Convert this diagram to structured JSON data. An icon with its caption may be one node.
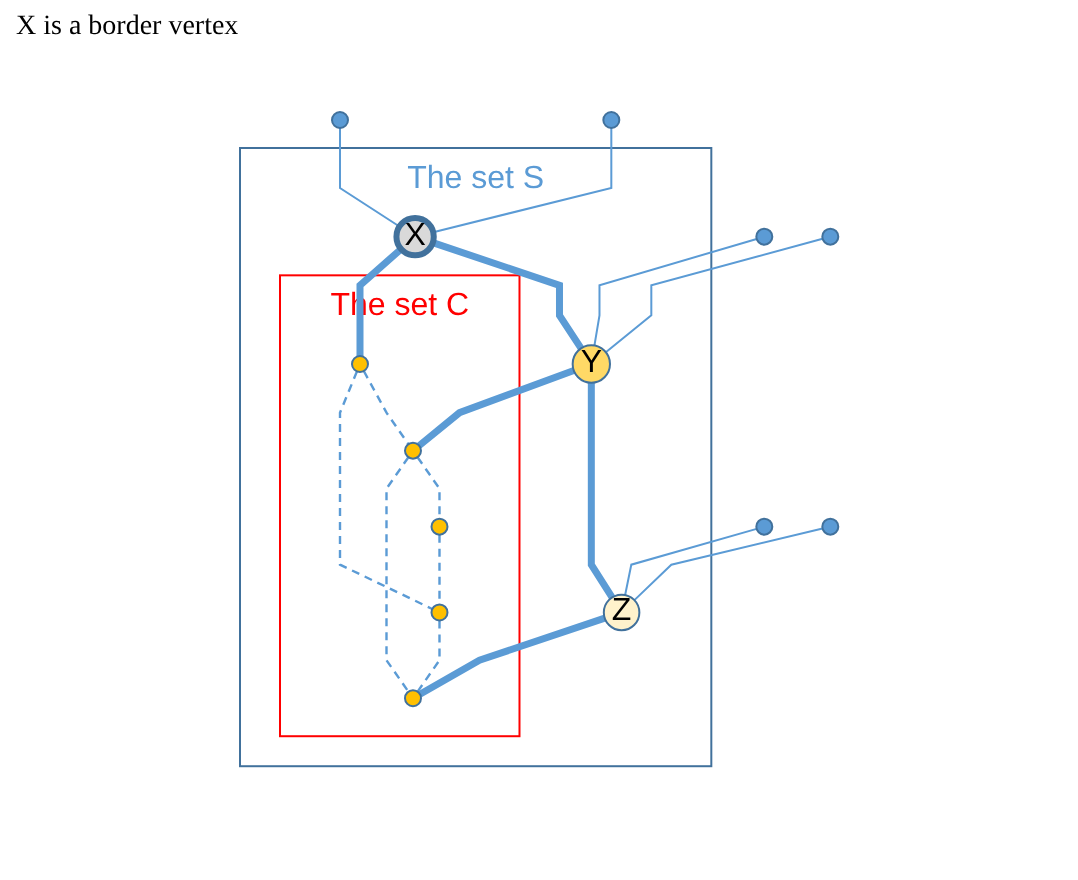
{
  "diagram": {
    "nodes": [
      {
        "text": [
          "The set S"
        ]
      },
      {
        "text": [
          "The set C"
        ],
        "in": 0
      },
      {
        "text": [],
        "shape": "circle"
      },
      {
        "text": [],
        "shape": "circle"
      },
      {
        "text": [],
        "shape": "circle"
      },
      {
        "text": [],
        "shape": "circle"
      },
      {
        "text": [
          "X"
        ],
        "in": 0
      },
      {
        "text": [
          "Y"
        ],
        "in": 0
      },
      {
        "text": [],
        "shape": "circle"
      },
      {
        "text": [
          "Z"
        ],
        "in": 0
      },
      {
        "text": [],
        "shape": "circle"
      },
      {
        "text": [],
        "shape": "circle",
        "in": 1
      },
      {
        "text": [],
        "shape": "circle",
        "in": 1
      },
      {
        "text": [],
        "shape": "circle",
        "in": 1
      },
      {
        "text": [],
        "shape": "circle",
        "in": 1
      },
      {
        "text": [],
        "shape": "circle",
        "in": 1
      }
    ],
    "edges": [
      {
        "from": 3,
        "to": 6,
        "arrow": "none"
      },
      {
        "from": 2,
        "to": 6,
        "arrow": "none"
      },
      {
        "from": 4,
        "to": 7,
        "arrow": "none"
      },
      {
        "from": 5,
        "to": 7,
        "arrow": "none"
      },
      {
        "from": 6,
        "to": 7,
        "arrow": "none",
        "style": "thick"
      },
      {
        "from": 6,
        "to": 12,
        "arrow": "none",
        "style": "thick"
      },
      {
        "from": 7,
        "to": 11,
        "arrow": "none",
        "style": "thick"
      },
      {
        "from": 7,
        "to": 9,
        "arrow": "none",
        "style": "thick"
      },
      {
        "from": 8,
        "to": 9,
        "arrow": "none"
      },
      {
        "from": 10,
        "to": 9,
        "arrow": "none"
      },
      {
        "from": 12,
        "to": 11,
        "arrow": "none",
        "style": "dashed"
      },
      {
        "from": 12,
        "to": 15,
        "arrow": "none",
        "style": "dashed"
      },
      {
        "from": 11,
        "to": 13,
        "arrow": "none",
        "style": "dashed"
      },
      {
        "from": 11,
        "to": 14,
        "arrow": "none",
        "style": "dashed"
      },
      {
        "from": 13,
        "to": 15,
        "arrow": "none",
        "style": "dashed"
      },
      {
        "from": 15,
        "to": 14,
        "arrow": "none",
        "style": "dashed"
      },
      {
        "from": 9,
        "to": 14,
        "arrow": "none",
        "style": "thick"
      }
    ],
    "labels": [
      "X is a border vertex"
    ]
  }
}
